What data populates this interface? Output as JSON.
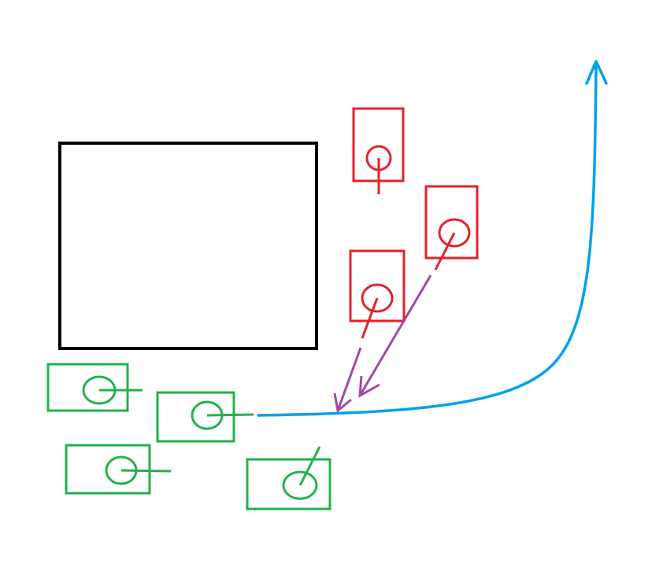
{
  "colors": {
    "background": "#ffffff",
    "obstacle": "#000000",
    "red_tank": "#e8202a",
    "green_tank": "#22b14c",
    "fire_arrow": "#a349a4",
    "path_arrow": "#00a2e8"
  },
  "icons": {
    "tank": "tank-icon",
    "arrow": "arrow-icon"
  },
  "diagram": {
    "obstacle_count": 1,
    "red_tank_count": 3,
    "green_tank_count": 4,
    "fire_arrow_count": 2,
    "path_arrow_count": 1
  }
}
